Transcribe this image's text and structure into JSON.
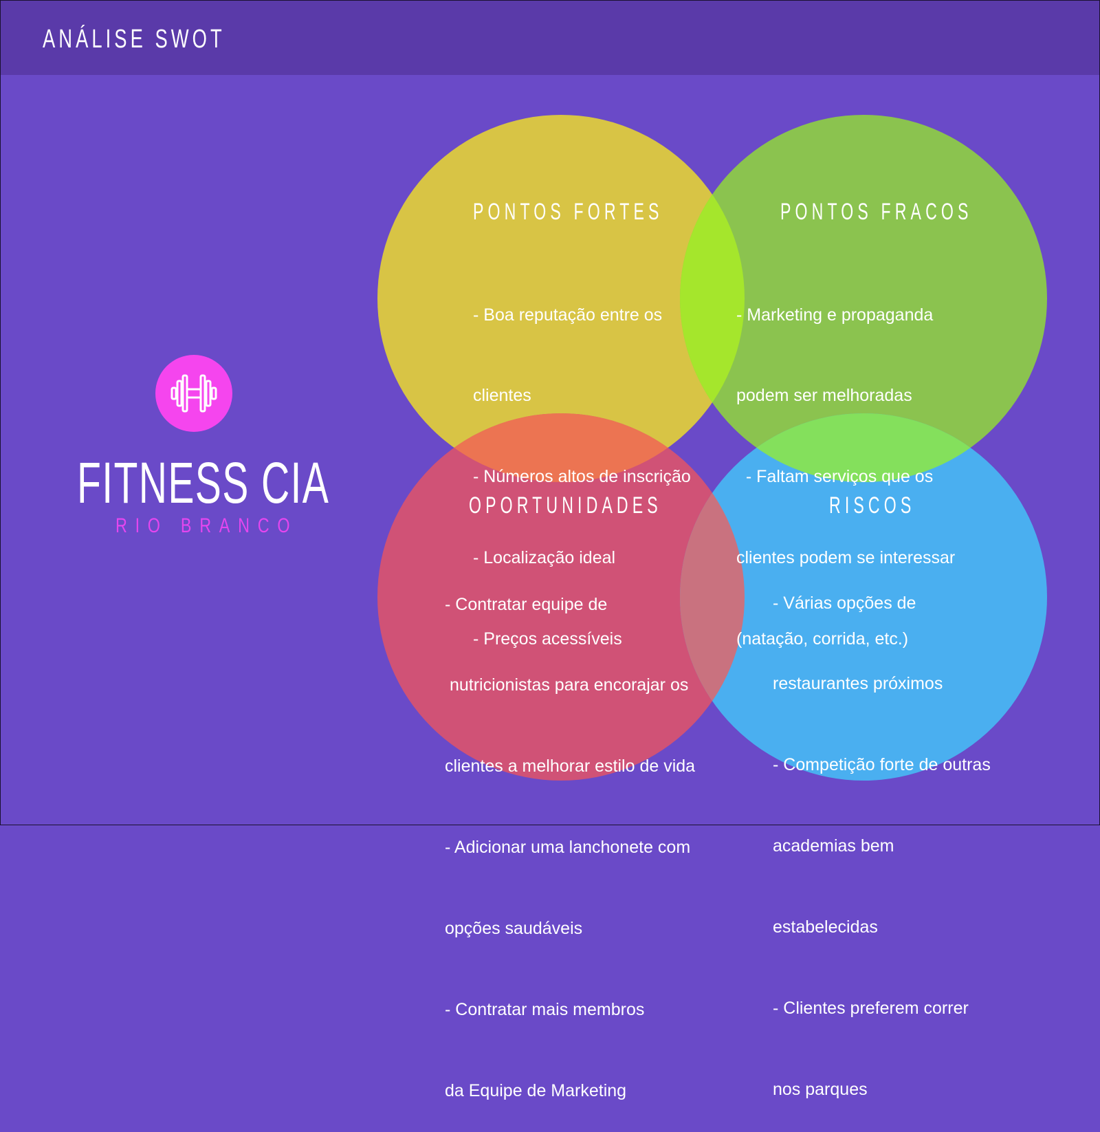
{
  "header": {
    "title": "ANÁLISE SWOT"
  },
  "brand": {
    "name": "FITNESS CIA",
    "location": "RIO BRANCO",
    "icon": "dumbbell-icon"
  },
  "colors": {
    "background": "#6a4ac8",
    "header": "#5a3aa9",
    "strengths": "#d8c445",
    "weaknesses": "#8bc34f",
    "opportunities": "#d05276",
    "threats": "#4aaff0",
    "logo": "#f545ee"
  },
  "quadrants": {
    "strengths": {
      "title": "PONTOS FORTES",
      "lines": [
        "- Boa reputação entre os",
        "clientes",
        "- Números altos de inscrição",
        "- Localização ideal",
        "- Preços acessíveis"
      ]
    },
    "weaknesses": {
      "title": "PONTOS FRACOS",
      "lines": [
        "- Marketing e propaganda",
        "podem ser melhoradas",
        "  - Faltam serviços que os",
        "clientes podem se interessar",
        "(natação, corrida, etc.)"
      ]
    },
    "opportunities": {
      "title": "OPORTUNIDADES",
      "lines": [
        "- Contratar equipe de",
        " nutricionistas para encorajar os",
        "clientes a melhorar estilo de vida",
        "- Adicionar uma lanchonete com",
        "opções saudáveis",
        "- Contratar mais membros",
        "da Equipe de Marketing"
      ]
    },
    "threats": {
      "title": "RISCOS",
      "lines": [
        "- Várias opções de",
        "restaurantes próximos",
        "- Competição forte de outras",
        "academias bem",
        "estabelecidas",
        "- Clientes preferem correr",
        "nos parques"
      ]
    }
  }
}
